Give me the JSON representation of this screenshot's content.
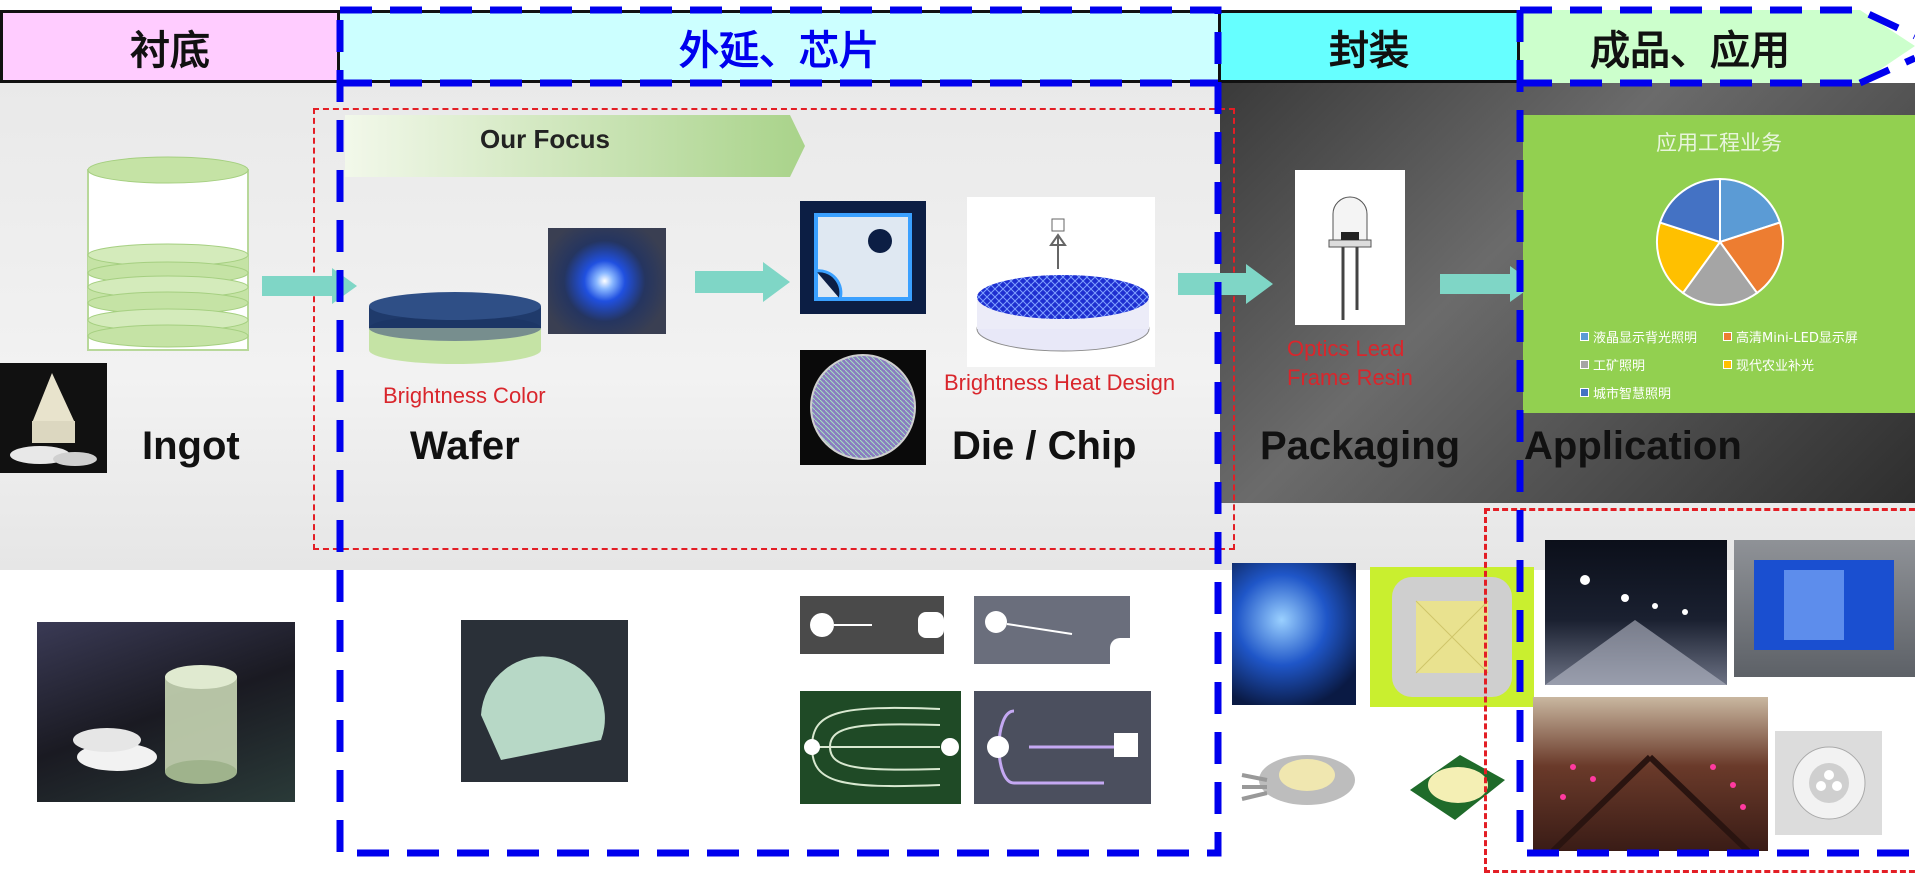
{
  "headers": {
    "substrate": "衬底",
    "epitaxy": "外延、芯片",
    "packaging": "封装",
    "application": "成品、应用"
  },
  "focus_banner": "Our Focus",
  "stages": {
    "ingot": "Ingot",
    "wafer": "Wafer",
    "die_chip": "Die / Chip",
    "packaging": "Packaging",
    "application": "Application"
  },
  "red_labels": {
    "wafer": "Brightness Color",
    "chip": "Brightness Heat Design",
    "packaging_line1": "Optics Lead",
    "packaging_line2": "Frame Resin"
  },
  "pie_panel": {
    "title": "应用工程业务",
    "background": "#92d050",
    "slices": [
      {
        "name": "液晶显示背光照明",
        "value": 20,
        "color": "#5b9bd5"
      },
      {
        "name": "高清Mini-LED显示屏",
        "value": 20,
        "color": "#ed7d31"
      },
      {
        "name": "工矿照明",
        "value": 20,
        "color": "#a5a5a5"
      },
      {
        "name": "现代农业补光",
        "value": 20,
        "color": "#ffc000"
      },
      {
        "name": "城市智慧照明",
        "value": 20,
        "color": "#4472c4"
      }
    ]
  },
  "colors": {
    "substrate_header": "#ffccff",
    "epitaxy_header": "#ccffff",
    "packaging_header": "#66ffff",
    "application_header": "#ccffcc",
    "blue_dash": "#0000ee",
    "red_dash": "#e31e25",
    "arrow": "#7fd6c6"
  }
}
